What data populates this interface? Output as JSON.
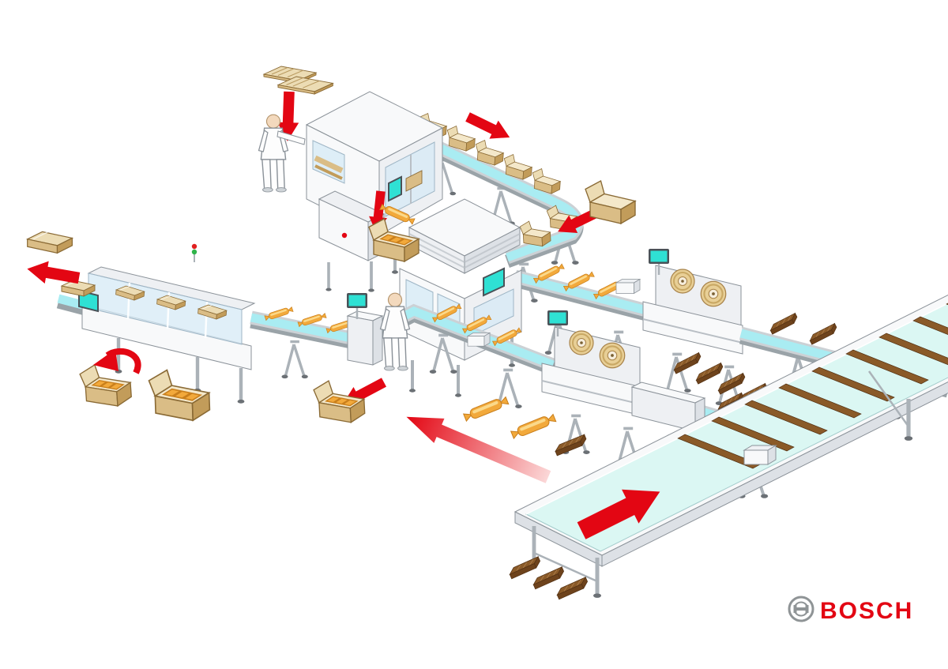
{
  "page": {
    "background": "#ffffff",
    "description": "Isometric illustration of a complete chocolate-bar packaging line: product infeed conveyor, two flow wrappers with film reels, top-load carton packer, carton erector with operator, checkweigher station with operator, and carton closing machine with finished cartons exiting."
  },
  "logo": {
    "text": "BOSCH",
    "text_color": "#e30613",
    "mark_color": "#8f9496"
  },
  "colors": {
    "bg": "#ffffff",
    "belt": "#a9ecf2",
    "belt_wide": "#dbf7f3",
    "frame": "#ccd1d5",
    "machine_top": "#f8f9fa",
    "machine_light": "#eef0f3",
    "machine_shade": "#dde1e6",
    "outline": "#8b9299",
    "window": "#d6e9f5",
    "screen": "#2fe1d4",
    "screen_frame": "#4a5258",
    "carton_light": "#ecdcb4",
    "carton_mid": "#dabd86",
    "carton_dark": "#c29c5a",
    "carton_inner": "#f4e8ca",
    "carton_outline": "#8a6a35",
    "wrap_body": "#f2a93b",
    "wrap_light": "#fbd98a",
    "wrap_dark": "#c97f1c",
    "choc_top": "#8a5a28",
    "choc_front": "#6e431c",
    "arrow": "#e30613",
    "arrow_tail": "#fbd7d7",
    "leg": "#abb2b8",
    "foot": "#6b7075",
    "worker": "#fdfdfd",
    "skin": "#f3d9bd",
    "signal_red": "#e02020",
    "signal_green": "#2fb44a",
    "logo_red": "#e30613",
    "logo_gray": "#8f9496"
  },
  "scene": {
    "machines": [
      {
        "id": "carton-erector",
        "label": "carton erector with operator and flat carton blanks"
      },
      {
        "id": "toploader",
        "label": "top-load carton packer with layered hopper"
      },
      {
        "id": "flow-wrapper-1",
        "label": "flow wrapper with two film reels"
      },
      {
        "id": "flow-wrapper-2",
        "label": "flow wrapper with two film reels"
      },
      {
        "id": "checkweigher",
        "label": "checkweigher station with operator"
      },
      {
        "id": "carton-closer",
        "label": "carton closing machine with guard panels"
      },
      {
        "id": "wide-infeed-conveyor",
        "label": "wide product infeed conveyor with bar rows"
      }
    ],
    "counts": {
      "workers": 2,
      "red_arrows": 9,
      "teal_screens": 6,
      "film_reels": 4,
      "slab_rows": 9,
      "loose_bars": 9,
      "cartons_on_conveyor": 7
    },
    "flow_notes": [
      "chocolate bars travel up the wide conveyor (red arrow)",
      "bars pass through two flow wrappers and emerge gold-wrapped",
      "erected cartons travel on the curved overhead conveyor (red arrows)",
      "wrapped bars are loaded into cartons; closed cartons exit left (red arrow)"
    ]
  }
}
